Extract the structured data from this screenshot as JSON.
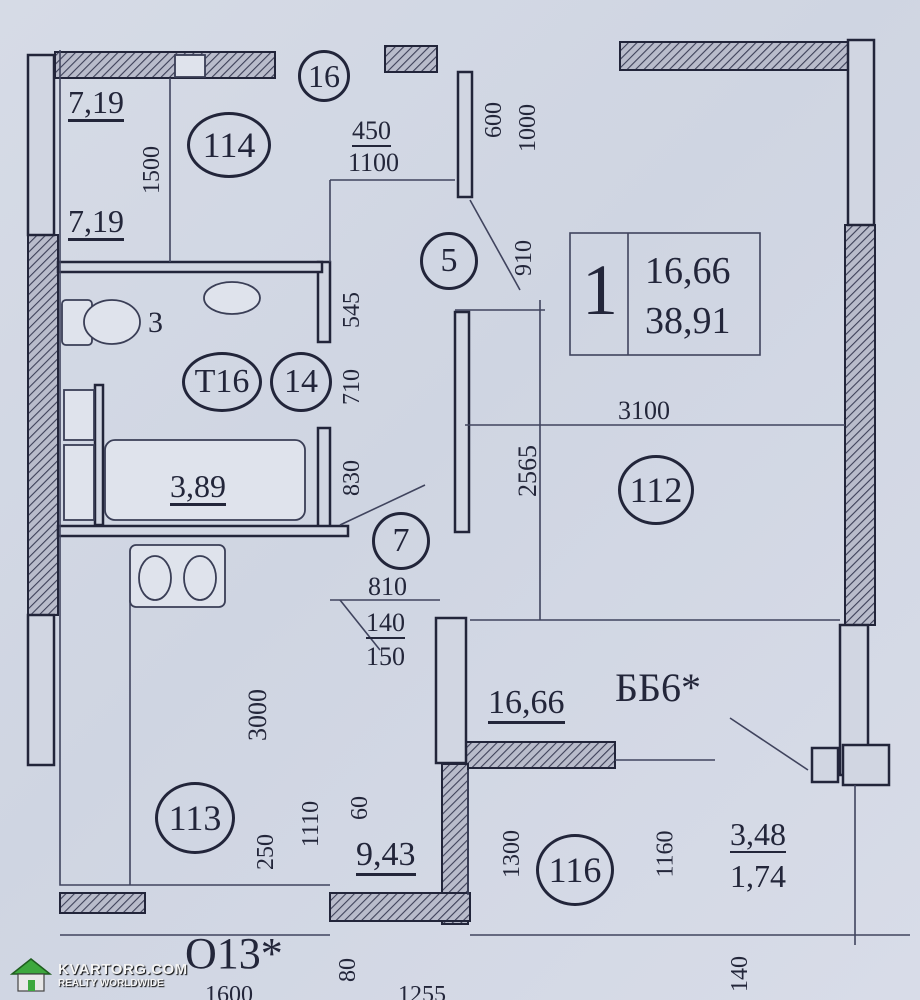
{
  "apartment": {
    "rooms_count": "1",
    "living_area": "16,66",
    "total_area": "38,91"
  },
  "rooms": {
    "wc": {
      "number": "3",
      "area_top": "7,19",
      "area_bottom": "7,19",
      "dim": "1500"
    },
    "bath": {
      "area": "3,89"
    },
    "living": {
      "area": "16,66",
      "dim_width": "3100",
      "dim_depth": "2565"
    },
    "kitchen": {
      "area": "9,43",
      "dim_len": "3000",
      "dim_a": "1110",
      "dim_b": "250",
      "dim_c": "60"
    },
    "balcony": {
      "area_top": "3,48",
      "area_bottom": "1,74",
      "dim_a": "1300",
      "dim_b": "1160"
    }
  },
  "doors": {
    "d1": {
      "num": "450",
      "den": "1100"
    },
    "d2": {
      "num": "600",
      "den": "1000"
    },
    "d3": "910",
    "d4": "545",
    "d5": "710",
    "d6": "830",
    "d7": "810",
    "d8": {
      "num": "140",
      "den": "150"
    }
  },
  "markers": [
    "16",
    "114",
    "5",
    "T16",
    "14",
    "7",
    "112",
    "113",
    "116"
  ],
  "codes": {
    "window": "ББ6*",
    "outer": "О13*"
  },
  "bottom_dims": [
    "80",
    "1600",
    "1255",
    "140"
  ],
  "watermark": {
    "brand": "KVARTORG.COM",
    "tagline": "REALTY WORLDWIDE"
  }
}
